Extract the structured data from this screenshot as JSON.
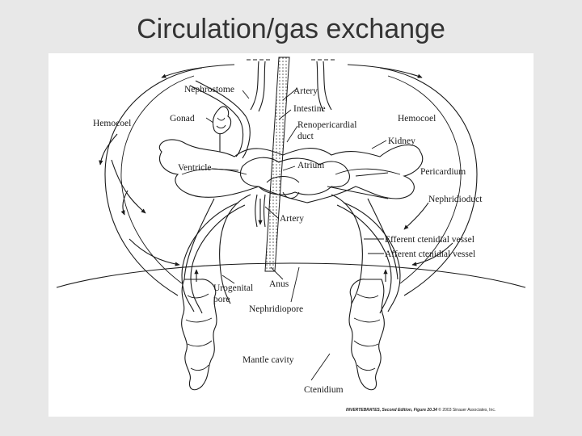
{
  "slide": {
    "title": "Circulation/gas exchange"
  },
  "figure": {
    "labels": {
      "nephrostome": "Nephrostome",
      "artery_top": "Artery",
      "intestine": "Intestine",
      "gonad": "Gonad",
      "hemocoel_left": "Hemocoel",
      "renopericardial_1": "Renopericardial",
      "renopericardial_2": "duct",
      "hemocoel_right": "Hemocoel",
      "kidney": "Kidney",
      "ventricle": "Ventricle",
      "atrium": "Atrium",
      "pericardium": "Pericardium",
      "nephridioduct": "Nephridioduct",
      "artery_mid": "Artery",
      "efferent": "Efferent ctenidial vessel",
      "afferent": "Afferent ctenidial vessel",
      "urogenital_1": "Urogenital",
      "urogenital_2": "pore",
      "anus": "Anus",
      "nephridiopore": "Nephridiopore",
      "mantle_cavity": "Mantle cavity",
      "ctenidium": "Ctenidium"
    },
    "credit": {
      "book": "INVERTEBRATES, Second Edition, Figure 20.34",
      "copyright": " © 2003 Sinauer Associates, Inc."
    }
  }
}
